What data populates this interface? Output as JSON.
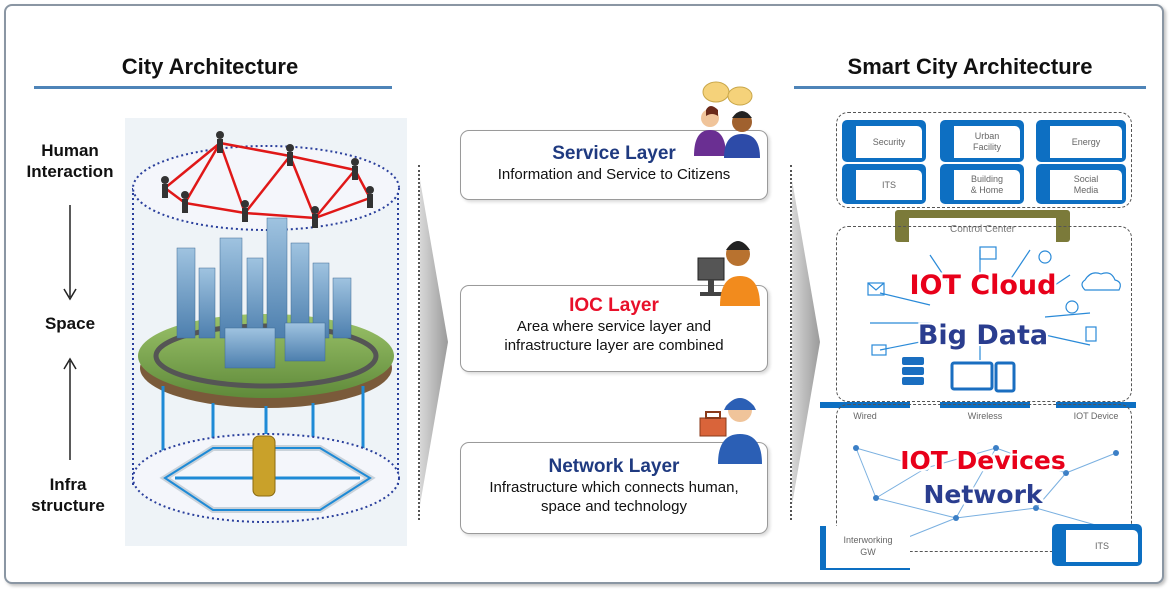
{
  "left": {
    "heading": "City Architecture",
    "labels": {
      "top": "Human\nInteraction",
      "middle": "Space",
      "bottom": "Infra\nstructure"
    }
  },
  "layers": [
    {
      "title": "Service Layer",
      "title_color": "#1f3a80",
      "description": "Information and Service to Citizens"
    },
    {
      "title": "IOC Layer",
      "title_color": "#e8102a",
      "description": "Area where service layer and\ninfrastructure layer are combined"
    },
    {
      "title": "Network Layer",
      "title_color": "#1f3a80",
      "description": "Infrastructure which connects human,\nspace and technology"
    }
  ],
  "right": {
    "heading": "Smart City Architecture",
    "service_tiles": [
      "Security",
      "Urban\nFacility",
      "Energy",
      "ITS",
      "Building\n& Home",
      "Social\nMedia"
    ],
    "control_center": "Control Center",
    "cloud_label": "IOT Cloud",
    "data_label": "Big Data",
    "device_tabs": [
      "Wired",
      "Wireless",
      "IOT Device"
    ],
    "devices_label": "IOT Devices",
    "network_label": "Network",
    "bottom_tiles": [
      "Interworking\nGW",
      "ITS"
    ]
  },
  "colors": {
    "accent_blue": "#0d6fc2",
    "rule_blue": "#4e84b8",
    "control_olive": "#7b7a3a",
    "highlight_red": "#e8001a",
    "highlight_navy": "#2a3d8f"
  }
}
